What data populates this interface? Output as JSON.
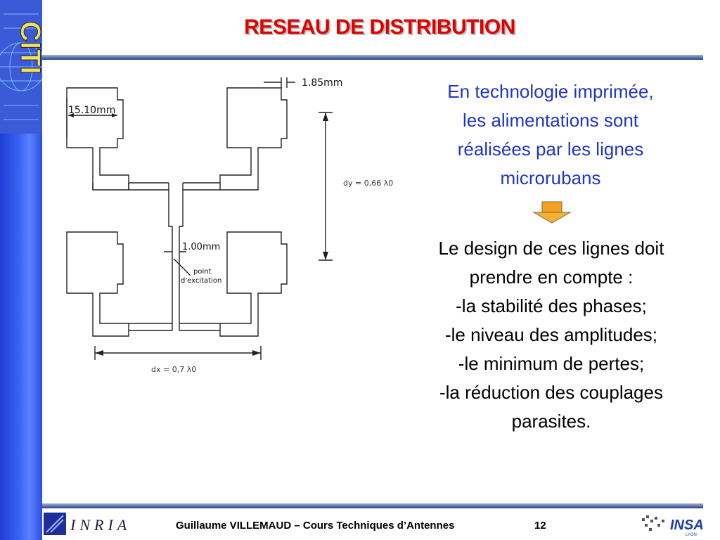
{
  "slide": {
    "title": "RESEAU DE DISTRIBUTION",
    "intro_lines": [
      "En technologie imprimée,",
      "les alimentations sont",
      "réalisées par les lignes",
      "microrubans"
    ],
    "body_lines": [
      "Le design de ces lignes doit",
      "prendre en compte :",
      "-la stabilité des phases;",
      "-le niveau des amplitudes;",
      "-le minimum de pertes;",
      "-la réduction des couplages",
      "parasites."
    ],
    "colors": {
      "title": "#e00000",
      "intro": "#1f35c8",
      "sidebar": "#2c4ee0",
      "arrow": "#f5a020"
    }
  },
  "sidebar": {
    "logo_text": "CITI"
  },
  "diagram": {
    "dim_top": "1.85mm",
    "dim_patch": "15.10mm",
    "dim_line": "1.00mm",
    "feed_label_1": "point",
    "feed_label_2": "d'excitation",
    "dy_label": "dy = 0,66 λ0",
    "dx_label": "dx = 0,7 λ0"
  },
  "footer": {
    "author": "Guillaume VILLEMAUD – Cours Techniques d’Antennes",
    "page": "12",
    "left_logo": "INRIA",
    "right_logo": "INSA",
    "right_logo_sub": "LYON"
  }
}
